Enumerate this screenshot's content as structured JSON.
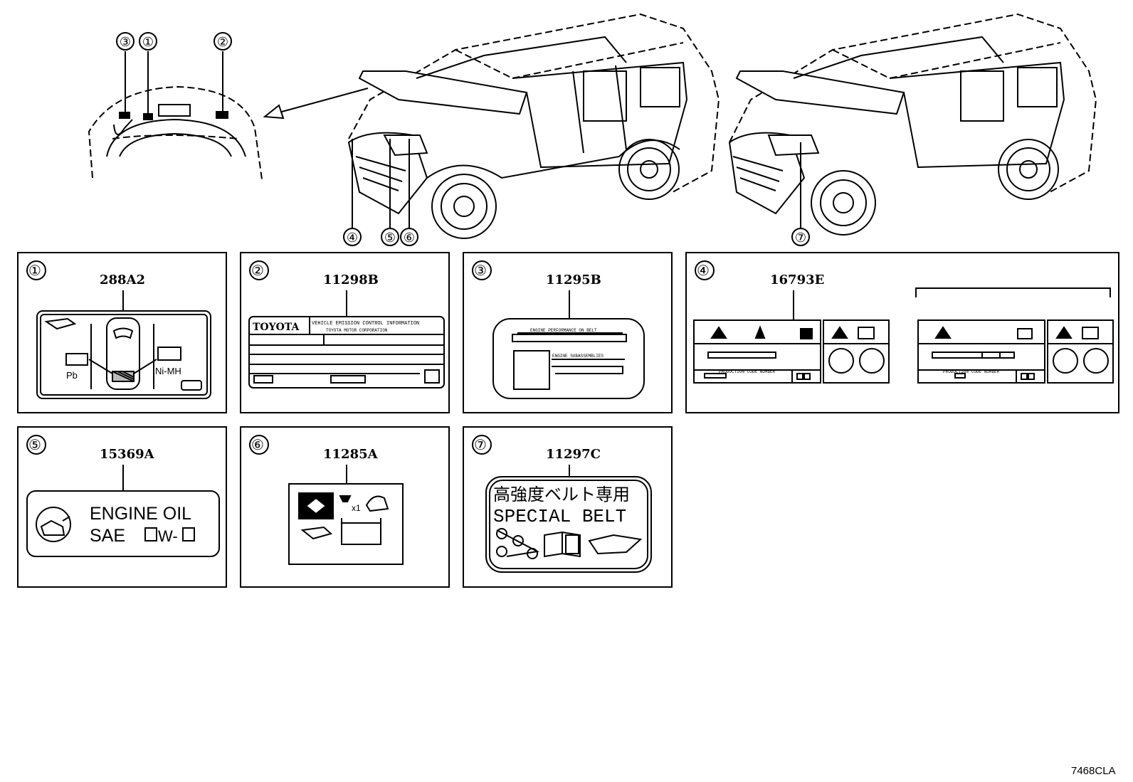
{
  "callouts": {
    "c1": "①",
    "c2": "②",
    "c3": "③",
    "c4": "④",
    "c5": "⑤",
    "c6": "⑥",
    "c7": "⑦"
  },
  "panels": [
    {
      "num": "①",
      "part": "288A2",
      "left_label": "Pb",
      "right_label": "Ni-MH"
    },
    {
      "num": "②",
      "part": "11298B",
      "brand": "TOYOTA",
      "line1": "VEHICLE EMISSION CONTROL INFORMATION",
      "line2": "TOYOTA MOTOR CORPORATION"
    },
    {
      "num": "③",
      "part": "11295B",
      "line1": "ENGINE PERFORMANCE ON BELT",
      "line2": "ENGINE SUBASSEMBLIES"
    },
    {
      "num": "④",
      "part": "16793E",
      "footer": "PRODUCTION CODE NUMBER"
    },
    {
      "num": "⑤",
      "part": "15369A",
      "line1": "ENGINE  OIL",
      "line2a": "SAE",
      "line2b": "W-"
    },
    {
      "num": "⑥",
      "part": "11285A",
      "mult": "x1"
    },
    {
      "num": "⑦",
      "part": "11297C",
      "line1": "高強度ベルト専用",
      "line2": "SPECIAL  BELT"
    }
  ],
  "diagram_code": "7468CLA",
  "colors": {
    "ink": "#000000",
    "paper": "#ffffff",
    "hatch": "#bbbbbb"
  }
}
